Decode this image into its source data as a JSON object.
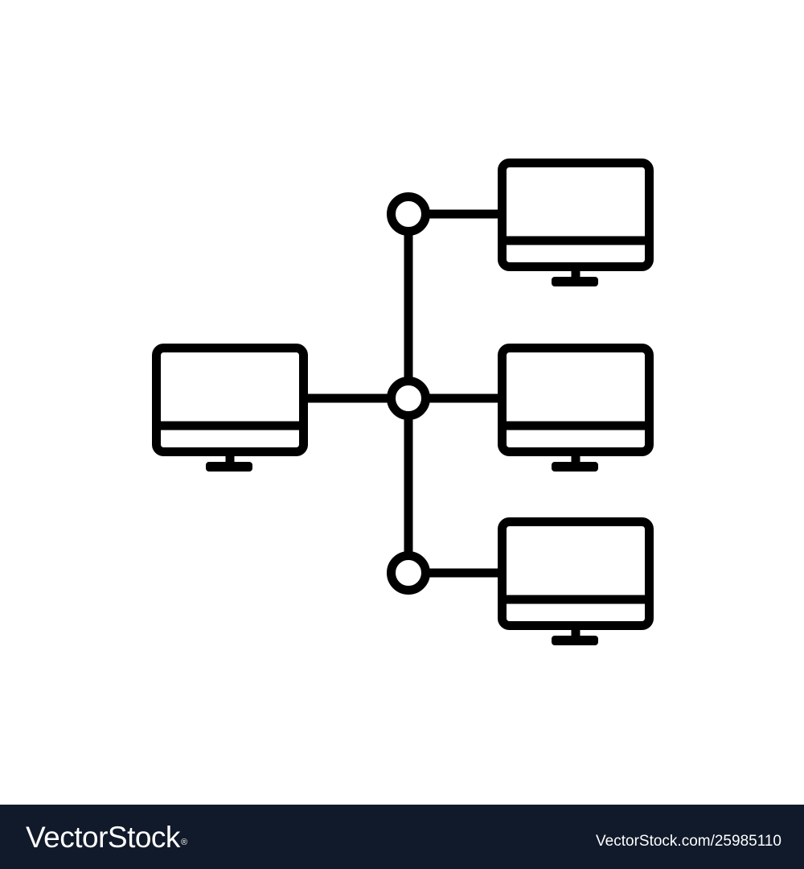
{
  "colors": {
    "background": "#ffffff",
    "stroke": "#000000",
    "footer_background": "#111a2a",
    "footer_text": "#ffffff"
  },
  "illustration": {
    "icon": "network-topology-icon",
    "computers": [
      {
        "icon": "monitor-icon",
        "role": "source"
      },
      {
        "icon": "monitor-icon",
        "role": "target"
      },
      {
        "icon": "monitor-icon",
        "role": "target"
      },
      {
        "icon": "monitor-icon",
        "role": "target"
      }
    ],
    "nodes": [
      {
        "icon": "connection-node-icon"
      },
      {
        "icon": "connection-node-icon"
      },
      {
        "icon": "connection-node-icon"
      }
    ]
  },
  "footer": {
    "brand_name": "VectorStock",
    "brand_mark": "®",
    "image_id": "VectorStock.com/25985110"
  }
}
